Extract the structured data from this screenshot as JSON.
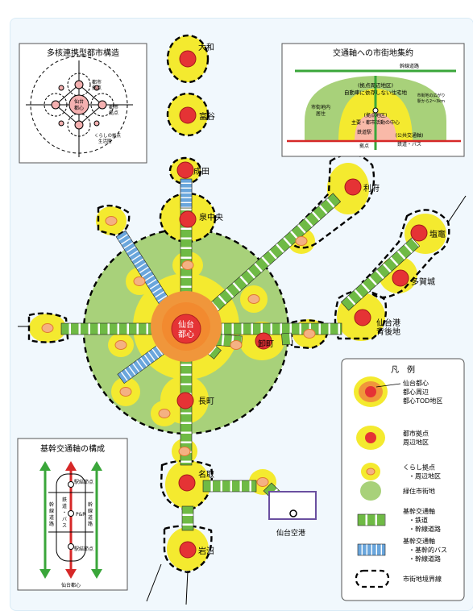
{
  "map": {
    "center_label": [
      "仙台",
      "都心"
    ],
    "city_hubs": [
      {
        "id": "yamato",
        "label": "大和"
      },
      {
        "id": "tomiya",
        "label": "富谷"
      },
      {
        "id": "narita",
        "label": "成田"
      },
      {
        "id": "izumichuo",
        "label": "泉中央"
      },
      {
        "id": "rifu",
        "label": "利府"
      },
      {
        "id": "shiogama",
        "label": "塩竈"
      },
      {
        "id": "tagajo",
        "label": "多賀城"
      },
      {
        "id": "sendaiko",
        "label": [
          "仙台港",
          "背後地"
        ]
      },
      {
        "id": "oroshimachi",
        "label": "卸町"
      },
      {
        "id": "nagamachi",
        "label": "長町"
      },
      {
        "id": "natori",
        "label": "名取"
      },
      {
        "id": "iwanuma",
        "label": "岩沼"
      }
    ],
    "airport_label": "仙台空港"
  },
  "inset_polycentric": {
    "title": "多核連携型都市構造",
    "labels": {
      "center": [
        "仙台",
        "都心"
      ],
      "hub_top": [
        "都市",
        "拠点"
      ],
      "hub_right": [
        "都市",
        "拠点"
      ],
      "living": [
        "くらしの拠点",
        "生活圏"
      ]
    }
  },
  "inset_concentration": {
    "title": "交通軸への市街地集約",
    "labels": {
      "trunk_road": "幹線道路",
      "hub_area": [
        "(拠点周辺地区)",
        "自動車に依存しない住宅地"
      ],
      "urban_area": [
        "市街地内",
        "居住"
      ],
      "core_area": [
        "(拠点地区)",
        "主要・都市活動の中心"
      ],
      "station": [
        "鉄道駅",
        "拠点"
      ],
      "public_transit": [
        "(公共交通軸)",
        "鉄道・バス"
      ],
      "extent": [
        "市街地の広がり",
        "駅から2～3km"
      ]
    }
  },
  "inset_axis": {
    "title": "基幹交通軸の構成",
    "labels": {
      "node_top": "駅結節点",
      "node_bottom": "駅結節点",
      "left_road": [
        "幹",
        "線",
        "道",
        "路"
      ],
      "right_road": [
        "幹",
        "線",
        "道",
        "路"
      ],
      "center_line": [
        "鉄",
        "道",
        "・",
        "バ",
        "ス"
      ],
      "park_and_ride": "P&R",
      "bottom": "仙台都心"
    }
  },
  "legend": {
    "title": "凡　例",
    "items": [
      {
        "id": "center",
        "lines": [
          "仙台都心",
          "都心周辺",
          "都心TOD地区"
        ]
      },
      {
        "id": "city_hub",
        "lines": [
          "都市拠点",
          "周辺地区"
        ]
      },
      {
        "id": "living_hub",
        "lines": [
          "くらし拠点",
          "・周辺地区"
        ]
      },
      {
        "id": "green",
        "lines": [
          "緑住市街地"
        ]
      },
      {
        "id": "rail_axis",
        "lines": [
          "基幹交通軸",
          "・鉄道",
          "・幹線道路"
        ]
      },
      {
        "id": "bus_axis",
        "lines": [
          "基幹交通軸",
          "・基幹的バス",
          "・幹線道路"
        ]
      },
      {
        "id": "boundary",
        "lines": [
          "市街地境界線"
        ]
      }
    ]
  },
  "colors": {
    "background": "#f1f8fd",
    "green": "#a8d17a",
    "yellow": "#f4ea2f",
    "orange": "#f0963b",
    "hub_red": "#e53335",
    "living_hub": "#f4b183",
    "rail_green": "#6fba45",
    "bus_blue": "#6aa6dc",
    "arrow_red": "#d62828",
    "arrow_green": "#3aa63a",
    "airport": "#6a4fa0"
  }
}
